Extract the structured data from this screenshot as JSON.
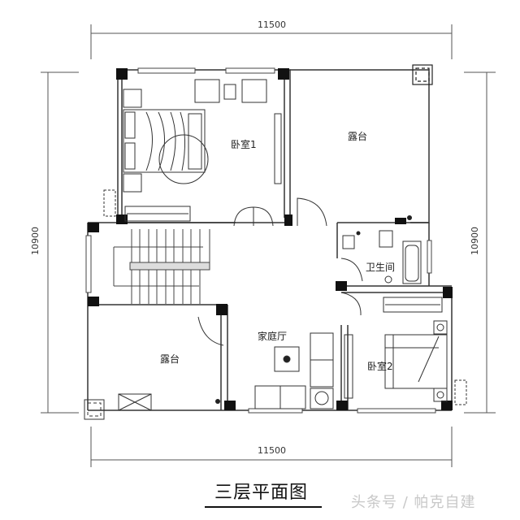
{
  "drawing": {
    "title": "三层平面图",
    "watermark": "头条号 / 帕克自建"
  },
  "dimensions": {
    "top_width": "11500",
    "bottom_width": "11500",
    "left_height": "10900",
    "right_height": "10900"
  },
  "rooms": [
    {
      "id": "bedroom1",
      "label": "卧室1"
    },
    {
      "id": "terrace_north",
      "label": "露台"
    },
    {
      "id": "bathroom",
      "label": "卫生间"
    },
    {
      "id": "family_room",
      "label": "家庭厅"
    },
    {
      "id": "terrace_south",
      "label": "露台"
    },
    {
      "id": "bedroom2",
      "label": "卧室2"
    }
  ],
  "colors": {
    "wall": "#111111",
    "line": "#333333",
    "dim_line": "#555555",
    "background": "#ffffff",
    "watermark": "#c8c8c8"
  }
}
